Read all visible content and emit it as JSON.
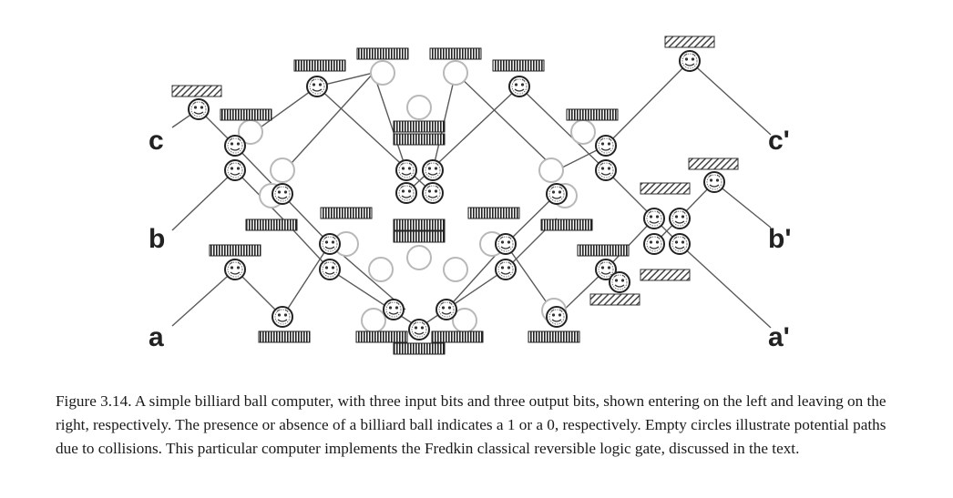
{
  "diagram": {
    "input_labels": [
      "c",
      "b",
      "a"
    ],
    "output_labels": [
      "c'",
      "b'",
      "a'"
    ],
    "colors": {
      "path_line": "#5a5a5a",
      "ball_outline": "#222222",
      "empty_circle": "#b8b8b8",
      "mirror_fill": "#222222",
      "hatched_mirror": "#444444"
    },
    "ball_icon": "billiard-ball-icon",
    "mirror_icon": "reflector-mirror-icon",
    "hatched_icon": "hatched-reflector-icon"
  },
  "caption": {
    "text": "Figure 3.14. A simple billiard ball computer, with three input bits and three output bits, shown entering on the left and leaving on the right, respectively. The presence or absence of a billiard ball indicates a 1 or a 0, respectively. Empty circles illustrate potential paths due to collisions. This particular computer implements the Fredkin classical reversible logic gate, discussed in the text."
  }
}
